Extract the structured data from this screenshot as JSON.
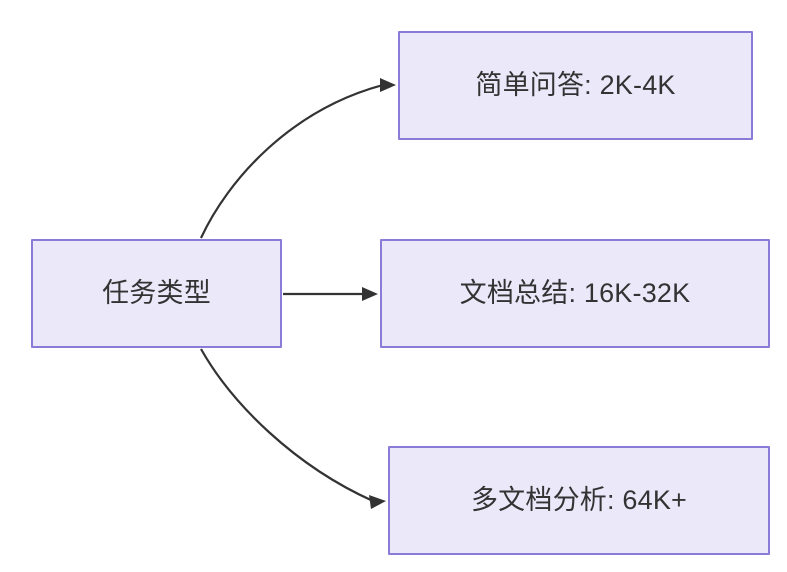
{
  "diagram": {
    "type": "flowchart",
    "direction": "left-to-right",
    "background_color": "#ffffff",
    "node_fill_color": "#ebe8fa",
    "node_border_color": "#8b7bd8",
    "text_color": "#333333",
    "edge_color": "#333333",
    "nodes": [
      {
        "id": "root",
        "label": "任务类型",
        "role": "source"
      },
      {
        "id": "simple-qa",
        "label": "简单问答: 2K-4K",
        "role": "target"
      },
      {
        "id": "doc-summary",
        "label": "文档总结: 16K-32K",
        "role": "target"
      },
      {
        "id": "multi-doc",
        "label": "多文档分析: 64K+",
        "role": "target"
      }
    ],
    "edges": [
      {
        "id": "edge-root-simple-qa",
        "from": "root",
        "to": "simple-qa",
        "style": "curved",
        "arrowhead": "solid-triangle"
      },
      {
        "id": "edge-root-doc-summary",
        "from": "root",
        "to": "doc-summary",
        "style": "straight",
        "arrowhead": "solid-triangle"
      },
      {
        "id": "edge-root-multi-doc",
        "from": "root",
        "to": "multi-doc",
        "style": "curved",
        "arrowhead": "solid-triangle"
      }
    ]
  }
}
